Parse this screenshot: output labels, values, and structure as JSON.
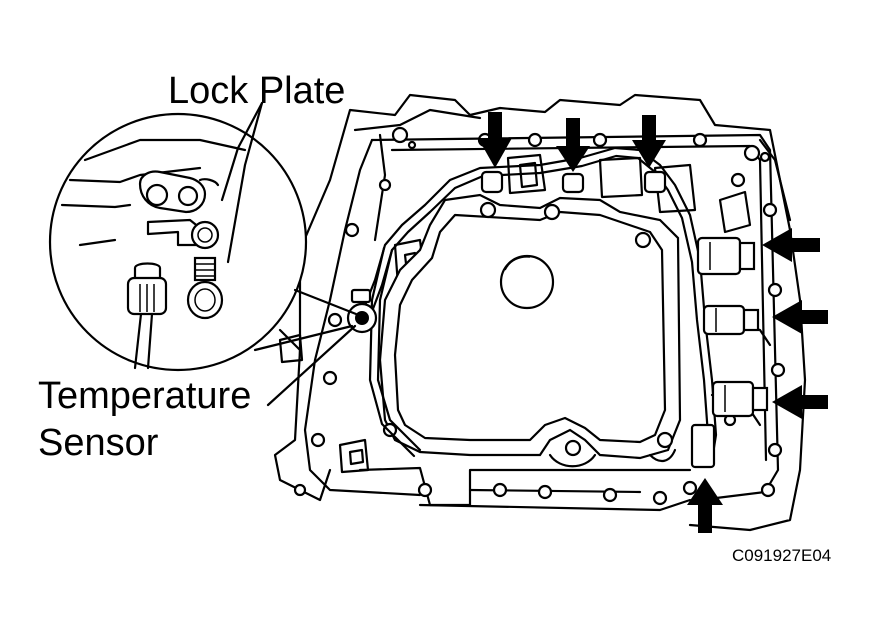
{
  "labels": {
    "lock_plate": "Lock Plate",
    "temperature_sensor_line1": "Temperature",
    "temperature_sensor_line2": "Sensor",
    "figure_code": "C091927E04"
  },
  "colors": {
    "line": "#000000",
    "background": "#ffffff"
  },
  "icons": [
    "arrow-down-icon",
    "arrow-left-icon",
    "arrow-up-icon",
    "bolt-icon",
    "connector-icon"
  ]
}
